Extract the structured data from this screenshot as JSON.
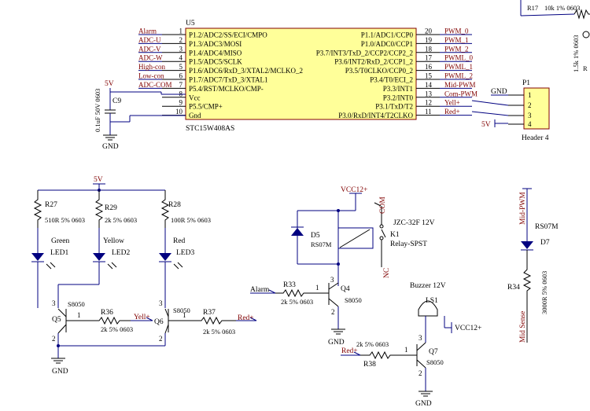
{
  "u5": {
    "ref": "U5",
    "part": "STC15W408AS",
    "left_pins": [
      {
        "num": "1",
        "name": "P1.2/ADC2/SS/ECI/CMPO",
        "net": "Alarm"
      },
      {
        "num": "2",
        "name": "P1.3/ADC3/MOSI",
        "net": "ADC-U"
      },
      {
        "num": "3",
        "name": "P1.4/ADC4/MISO",
        "net": "ADC-V"
      },
      {
        "num": "4",
        "name": "P1.5/ADC5/SCLK",
        "net": "ADC-W"
      },
      {
        "num": "5",
        "name": "P1.6/ADC6/RxD_3/XTAL2/MCLKO_2",
        "net": "High-con"
      },
      {
        "num": "6",
        "name": "P1.7/ADC7/TxD_3/XTAL1",
        "net": "Low-con"
      },
      {
        "num": "7",
        "name": "P5.4/RST/MCLKO/CMP-",
        "net": "ADC-COM"
      },
      {
        "num": "8",
        "name": "Vcc",
        "net": ""
      },
      {
        "num": "9",
        "name": "P5.5/CMP+",
        "net": ""
      },
      {
        "num": "10",
        "name": "Gnd",
        "net": ""
      }
    ],
    "right_pins": [
      {
        "num": "20",
        "name": "P1.1/ADC1/CCP0",
        "net": "PWM_0"
      },
      {
        "num": "19",
        "name": "P1.0/ADC0/CCP1",
        "net": "PWM_1"
      },
      {
        "num": "18",
        "name": "P3.7/INT3/TxD_2/CCP2/CCP2_2",
        "net": "PWM_2"
      },
      {
        "num": "17",
        "name": "P3.6/INT2/RxD_2/CCP1_2",
        "net": "PWML_0"
      },
      {
        "num": "16",
        "name": "P3.5/T0CLKO/CCP0_2",
        "net": "PWML_1"
      },
      {
        "num": "15",
        "name": "P3.4/T0/ECI_2",
        "net": "PWML_2"
      },
      {
        "num": "14",
        "name": "P3.3/INT1",
        "net": "Mid-PWM"
      },
      {
        "num": "13",
        "name": "P3.2/INT0",
        "net": "Com-PWM"
      },
      {
        "num": "12",
        "name": "P3.1/TxD/T2",
        "net": "Yell+"
      },
      {
        "num": "11",
        "name": "P3.0/RxD/INT4/T2CLKO",
        "net": "Red+"
      }
    ]
  },
  "c9": {
    "ref": "C9",
    "value": "0.1uF 50V 0603",
    "supply": "5V",
    "gnd": "GND"
  },
  "p1": {
    "ref": "P1",
    "part": "Header 4",
    "pins": [
      "1",
      "2",
      "3",
      "4"
    ],
    "gnd_label": "GND",
    "supply_label": "5V"
  },
  "r17": {
    "ref": "R17",
    "value": "10k 1% 0603"
  },
  "right_clip": {
    "value": "1.5k 1% 0603",
    "ref": "R"
  },
  "leds": {
    "supply": "5V",
    "r27": {
      "ref": "R27",
      "value": "510R 5% 0603"
    },
    "r29": {
      "ref": "R29",
      "value": "2k 5% 0603"
    },
    "r28": {
      "ref": "R28",
      "value": "100R 5% 0603"
    },
    "led1": {
      "color": "Green",
      "ref": "LED1"
    },
    "led2": {
      "color": "Yellow",
      "ref": "LED2"
    },
    "led3": {
      "color": "Red",
      "ref": "LED3"
    },
    "q5": {
      "ref": "Q5",
      "part": "S8050"
    },
    "q6": {
      "ref": "Q6",
      "part": "S8050"
    },
    "r36": {
      "ref": "R36",
      "value": "2k 5% 0603",
      "net": "Yell+"
    },
    "r37": {
      "ref": "R37",
      "value": "2k 5% 0603",
      "net": "Red+"
    },
    "gnd": "GND"
  },
  "relay": {
    "supply": "VCC12+",
    "d5": {
      "ref": "D5",
      "part": "RS07M"
    },
    "k1": {
      "ref": "K1",
      "part": "JZC-32F 12V",
      "type": "Relay-SPST"
    },
    "com": "COM",
    "nc": "NC",
    "r33": {
      "ref": "R33",
      "value": "2k 5% 0603"
    },
    "q4": {
      "ref": "Q4",
      "part": "S8050"
    },
    "alarm": "Alarm",
    "gnd": "GND"
  },
  "buzzer": {
    "title": "Buzzer 12V",
    "ls1": "LS1",
    "supply": "VCC12+",
    "r38": {
      "ref": "R38",
      "value": "2k 5% 0603",
      "net": "Red+"
    },
    "q7": {
      "ref": "Q7",
      "part": "S8050"
    },
    "gnd": "GND"
  },
  "mid": {
    "mid_pwm": "Mid-PWM",
    "d7": {
      "ref": "D7",
      "part": "RS07M"
    },
    "r34": {
      "ref": "R34",
      "value": "3000R 5% 0603"
    },
    "sense": "Mid Sense"
  },
  "pin_numbers": {
    "one": "1",
    "two": "2",
    "three": "3"
  }
}
